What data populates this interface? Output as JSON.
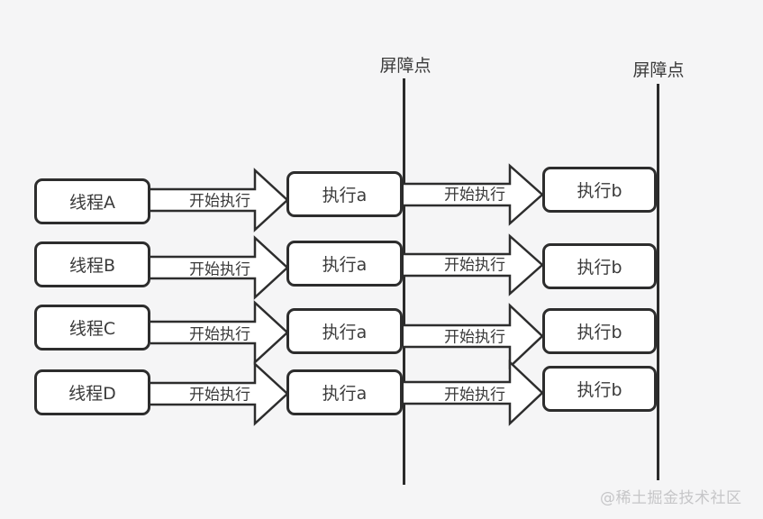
{
  "diagram": {
    "barriers": [
      {
        "label": "屏障点"
      },
      {
        "label": "屏障点"
      }
    ],
    "rows": [
      {
        "thread": "线程A",
        "arrow1_label": "开始执行",
        "task_a": "执行a",
        "arrow2_label": "开始执行",
        "task_b": "执行b"
      },
      {
        "thread": "线程B",
        "arrow1_label": "开始执行",
        "task_a": "执行a",
        "arrow2_label": "开始执行",
        "task_b": "执行b"
      },
      {
        "thread": "线程C",
        "arrow1_label": "开始执行",
        "task_a": "执行a",
        "arrow2_label": "开始执行",
        "task_b": "执行b"
      },
      {
        "thread": "线程D",
        "arrow1_label": "开始执行",
        "task_a": "执行a",
        "arrow2_label": "开始执行",
        "task_b": "执行b"
      }
    ],
    "watermark": "@稀土掘金技术社区",
    "colors": {
      "background": "#f5f5f6",
      "stroke": "#2d2d2d",
      "box_fill": "#ffffff",
      "text": "#3a3a3a",
      "watermark": "#c6c6c8"
    }
  }
}
